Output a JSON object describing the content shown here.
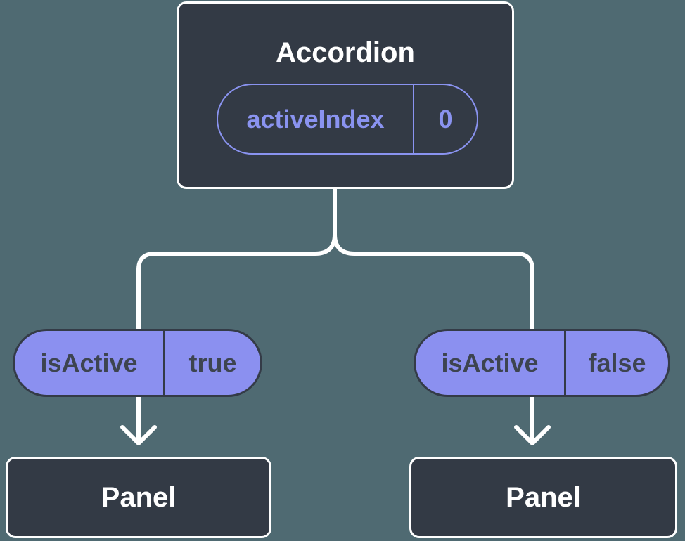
{
  "colors": {
    "background": "#4f6a72",
    "node_fill": "#333a45",
    "node_border": "#ffffff",
    "node_text": "#ffffff",
    "accent_purple": "#8a93f0",
    "pill_fill": "#8b90f0",
    "pill_border": "#343b47",
    "pill_text_dark": "#3d4450",
    "connector": "#ffffff"
  },
  "diagram": {
    "root": {
      "title": "Accordion",
      "state": {
        "name": "activeIndex",
        "value": "0"
      }
    },
    "branches": [
      {
        "prop": {
          "name": "isActive",
          "value": "true"
        },
        "child": {
          "title": "Panel"
        }
      },
      {
        "prop": {
          "name": "isActive",
          "value": "false"
        },
        "child": {
          "title": "Panel"
        }
      }
    ]
  }
}
